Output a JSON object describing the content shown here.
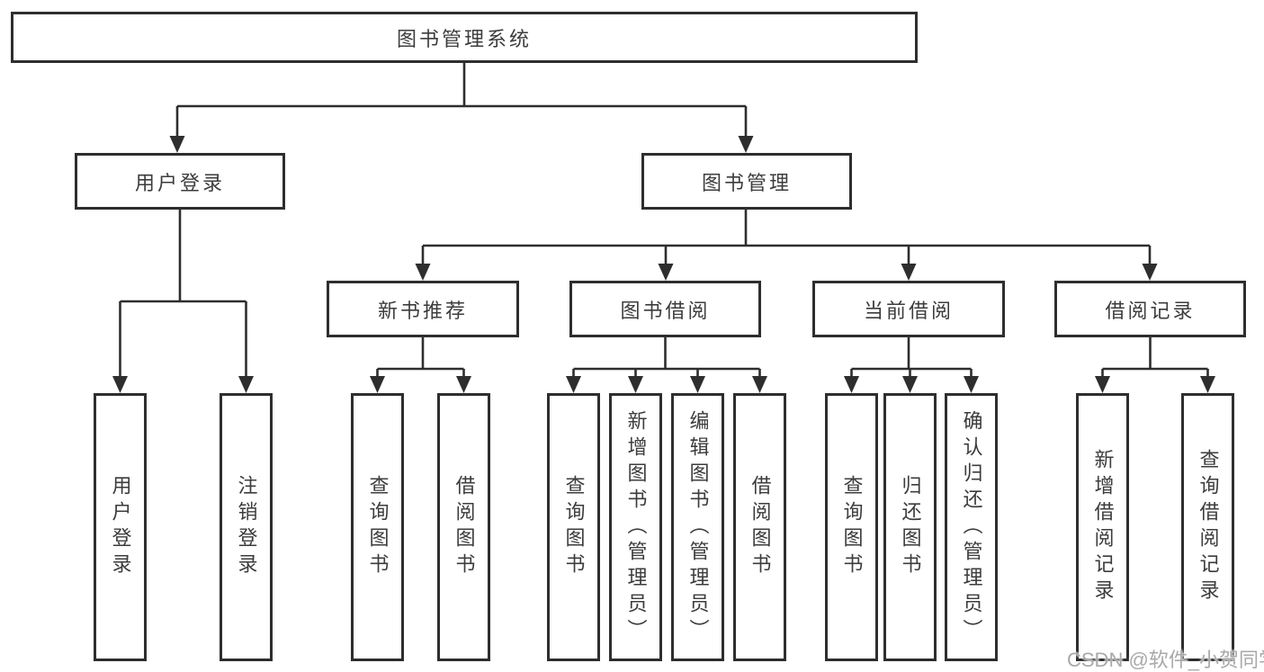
{
  "diagram": {
    "root": {
      "label": "图书管理系统"
    },
    "branches": [
      {
        "label": "用户登录",
        "children": [
          {
            "label": "用户登录"
          },
          {
            "label": "注销登录"
          }
        ]
      },
      {
        "label": "图书管理",
        "children": [
          {
            "label": "新书推荐",
            "children": [
              {
                "label": "查询图书"
              },
              {
                "label": "借阅图书"
              }
            ]
          },
          {
            "label": "图书借阅",
            "children": [
              {
                "label": "查询图书"
              },
              {
                "label": "新增图书（管理员）"
              },
              {
                "label": "编辑图书（管理员）"
              },
              {
                "label": "借阅图书"
              }
            ]
          },
          {
            "label": "当前借阅",
            "children": [
              {
                "label": "查询图书"
              },
              {
                "label": "归还图书"
              },
              {
                "label": "确认归还（管理员）"
              }
            ]
          },
          {
            "label": "借阅记录",
            "children": [
              {
                "label": "新增借阅记录"
              },
              {
                "label": "查询借阅记录"
              }
            ]
          }
        ]
      }
    ]
  },
  "watermark": {
    "text": "CSDN @软件_小贺同学"
  },
  "colors": {
    "line": "#2e2e2e",
    "text": "#3c3c3c",
    "box_background": "#ffffff",
    "page_background": "#ffffff",
    "watermark": "#a9a9a9"
  }
}
